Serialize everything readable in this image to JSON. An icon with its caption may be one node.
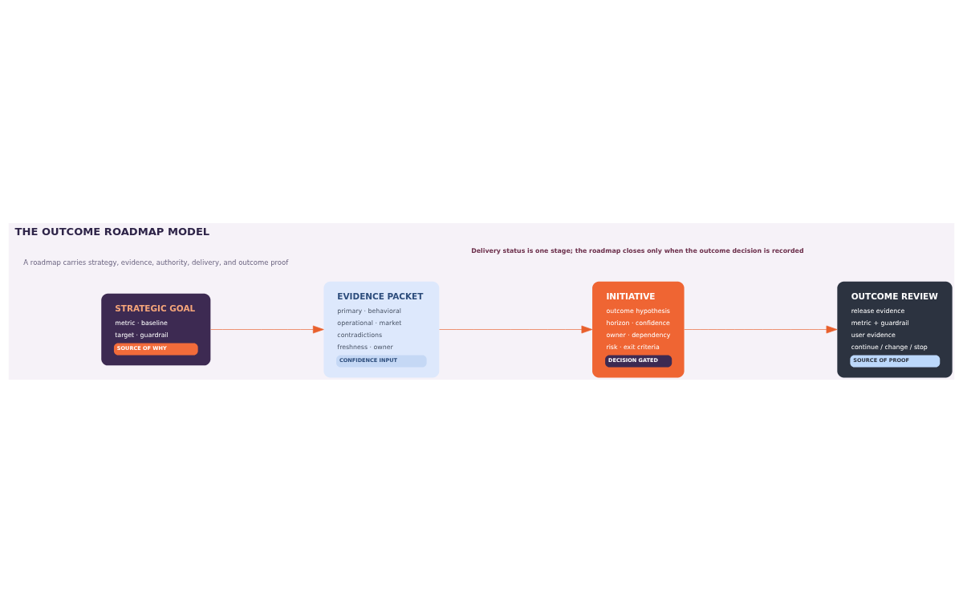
{
  "diagram": {
    "title": "THE OUTCOME ROADMAP MODEL",
    "caption": "Delivery status is one stage; the roadmap closes only when the outcome decision is recorded",
    "nodes": [
      {
        "text": [
          "STRATEGIC GOAL",
          "metric · baseline",
          "target · guardrail",
          "SOURCE OF WHY"
        ]
      },
      {
        "text": [
          "EVIDENCE PACKET",
          "primary · behavioral",
          "operational · market",
          "contradictions",
          "freshness · owner",
          "CONFIDENCE INPUT"
        ]
      },
      {
        "text": [
          "INITIATIVE",
          "outcome hypothesis",
          "horizon · confidence",
          "owner · dependency",
          "risk · exit criteria",
          "DECISION GATED"
        ]
      },
      {
        "text": [
          "OUTCOME REVIEW",
          "release evidence",
          "metric + guardrail",
          "user evidence",
          "continue / change / stop",
          "SOURCE OF PROOF"
        ]
      }
    ],
    "edges": [
      {
        "from": 0,
        "to": 1,
        "arrow": "to"
      },
      {
        "from": 1,
        "to": 2,
        "arrow": "to"
      },
      {
        "from": 2,
        "to": 3,
        "arrow": "to"
      }
    ],
    "labels": [
      "A roadmap carries strategy, evidence, authority, delivery, and outcome proof"
    ]
  }
}
